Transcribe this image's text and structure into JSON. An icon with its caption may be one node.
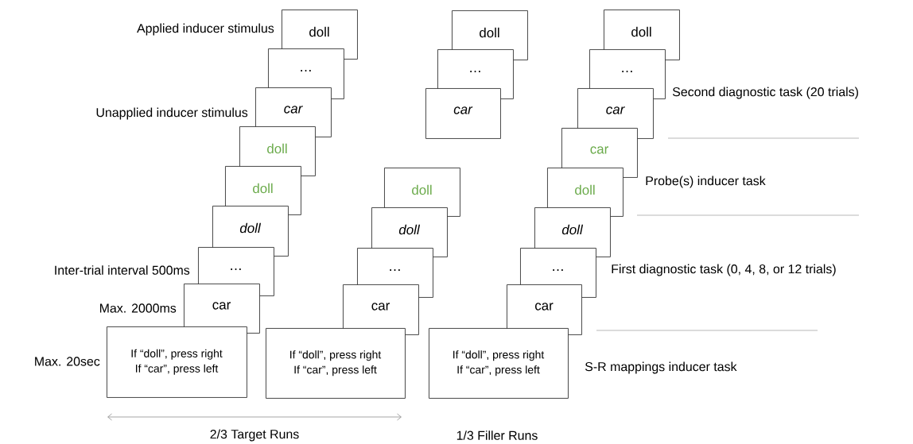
{
  "diagram": {
    "nodes": [
      {
        "text": [
          "doll"
        ],
        "beside": [
          "Applied inducer stimulus"
        ]
      },
      {
        "text": [
          "…"
        ]
      },
      {
        "text": [
          "car"
        ],
        "beside": [
          "Unapplied inducer stimulus"
        ]
      },
      {
        "text": [
          "doll"
        ]
      },
      {
        "text": [
          "doll"
        ]
      },
      {
        "text": [
          "doll"
        ]
      },
      {
        "text": [
          "…"
        ],
        "beside": [
          "Inter-trial interval 500ms"
        ]
      },
      {
        "text": [
          "car"
        ],
        "beside": [
          "Max. 2000ms"
        ]
      },
      {
        "text": [
          "If “doll”, press right",
          "If “car”, press left"
        ],
        "beside": [
          "Max. 20sec"
        ]
      },
      {
        "text": [
          "doll"
        ]
      },
      {
        "text": [
          "doll"
        ]
      },
      {
        "text": [
          "…"
        ]
      },
      {
        "text": [
          "car"
        ]
      },
      {
        "text": [
          "If “doll”, press right",
          "If “car”, press left"
        ]
      },
      {
        "text": [
          "doll"
        ]
      },
      {
        "text": [
          "…"
        ]
      },
      {
        "text": [
          "car"
        ]
      },
      {
        "text": [
          "doll"
        ]
      },
      {
        "text": [
          "…"
        ]
      },
      {
        "text": [
          "car"
        ]
      },
      {
        "text": [
          "car"
        ]
      },
      {
        "text": [
          "doll"
        ]
      },
      {
        "text": [
          "doll"
        ]
      },
      {
        "text": [
          "…"
        ]
      },
      {
        "text": [
          "car"
        ]
      },
      {
        "text": [
          "If “doll”, press right",
          "If “car”, press left"
        ]
      }
    ],
    "labels": [
      "Second diagnostic task (20 trials)",
      "Probe(s) inducer task",
      "First diagnostic task (0, 4, 8, or 12 trials)",
      "S-R mappings inducer task",
      "2/3 Target Runs",
      "1/3 Filler Runs"
    ]
  }
}
